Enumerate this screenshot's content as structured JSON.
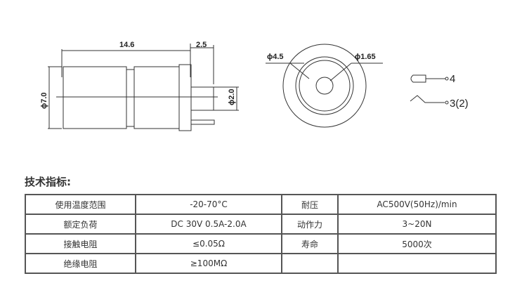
{
  "drawing": {
    "dim_length": "14.6",
    "dim_pin": "2.5",
    "dim_dia": "ϕ7.0",
    "dim_pin_dia": "ϕ2.0",
    "dim_outer": "ϕ4.5",
    "dim_inner": "ϕ1.65",
    "pin_4": "4",
    "pin_3": "3(2)"
  },
  "section_title": "技术指标:",
  "specs": [
    [
      "使用温度范围",
      "-20-70°C",
      "耐压",
      "AC500V(50Hz)/min"
    ],
    [
      "额定负荷",
      "DC 30V 0.5A-2.0A",
      "动作力",
      "3~20N"
    ],
    [
      "接触电阻",
      "≤0.05Ω",
      "寿命",
      "5000次"
    ],
    [
      "绝缘电阻",
      "≥100MΩ",
      "",
      ""
    ]
  ]
}
